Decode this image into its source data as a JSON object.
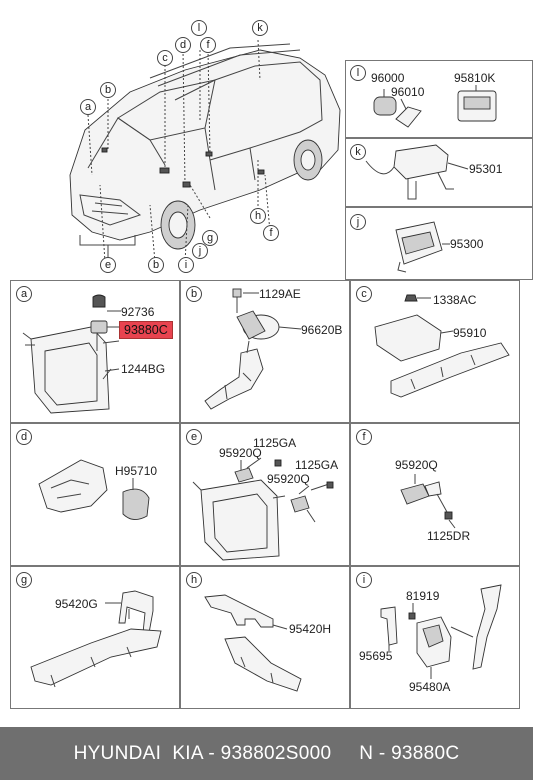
{
  "overview": {
    "car_callouts": [
      "a",
      "b",
      "c",
      "d",
      "e",
      "f",
      "g",
      "h",
      "i",
      "j",
      "k",
      "l"
    ]
  },
  "side_panels": {
    "l": {
      "label": "l",
      "parts": [
        "96000",
        "96010",
        "95810K"
      ]
    },
    "k": {
      "label": "k",
      "parts": [
        "95301"
      ]
    },
    "j": {
      "label": "j",
      "parts": [
        "95300"
      ]
    }
  },
  "panels": {
    "a": {
      "label": "a",
      "parts": [
        "92736",
        "93880C",
        "1244BG"
      ],
      "highlighted": "93880C"
    },
    "b": {
      "label": "b",
      "parts": [
        "1129AE",
        "96620B"
      ]
    },
    "c": {
      "label": "c",
      "parts": [
        "1338AC",
        "95910"
      ]
    },
    "d": {
      "label": "d",
      "parts": [
        "H95710"
      ]
    },
    "e": {
      "label": "e",
      "parts": [
        "1125GA",
        "95920Q",
        "1125GA",
        "95920Q"
      ]
    },
    "f": {
      "label": "f",
      "parts": [
        "95920Q",
        "1125DR"
      ]
    },
    "g": {
      "label": "g",
      "parts": [
        "95420G"
      ]
    },
    "h": {
      "label": "h",
      "parts": [
        "95420H"
      ]
    },
    "i": {
      "label": "i",
      "parts": [
        "81919",
        "95695",
        "95480A"
      ]
    }
  },
  "footer": {
    "text": "HYUNDAI  KIA - 938802S000     N - 93880C"
  },
  "colors": {
    "highlight": "#e8434f",
    "footer_bg": "#6f6f6f",
    "footer_text": "#ffffff"
  }
}
